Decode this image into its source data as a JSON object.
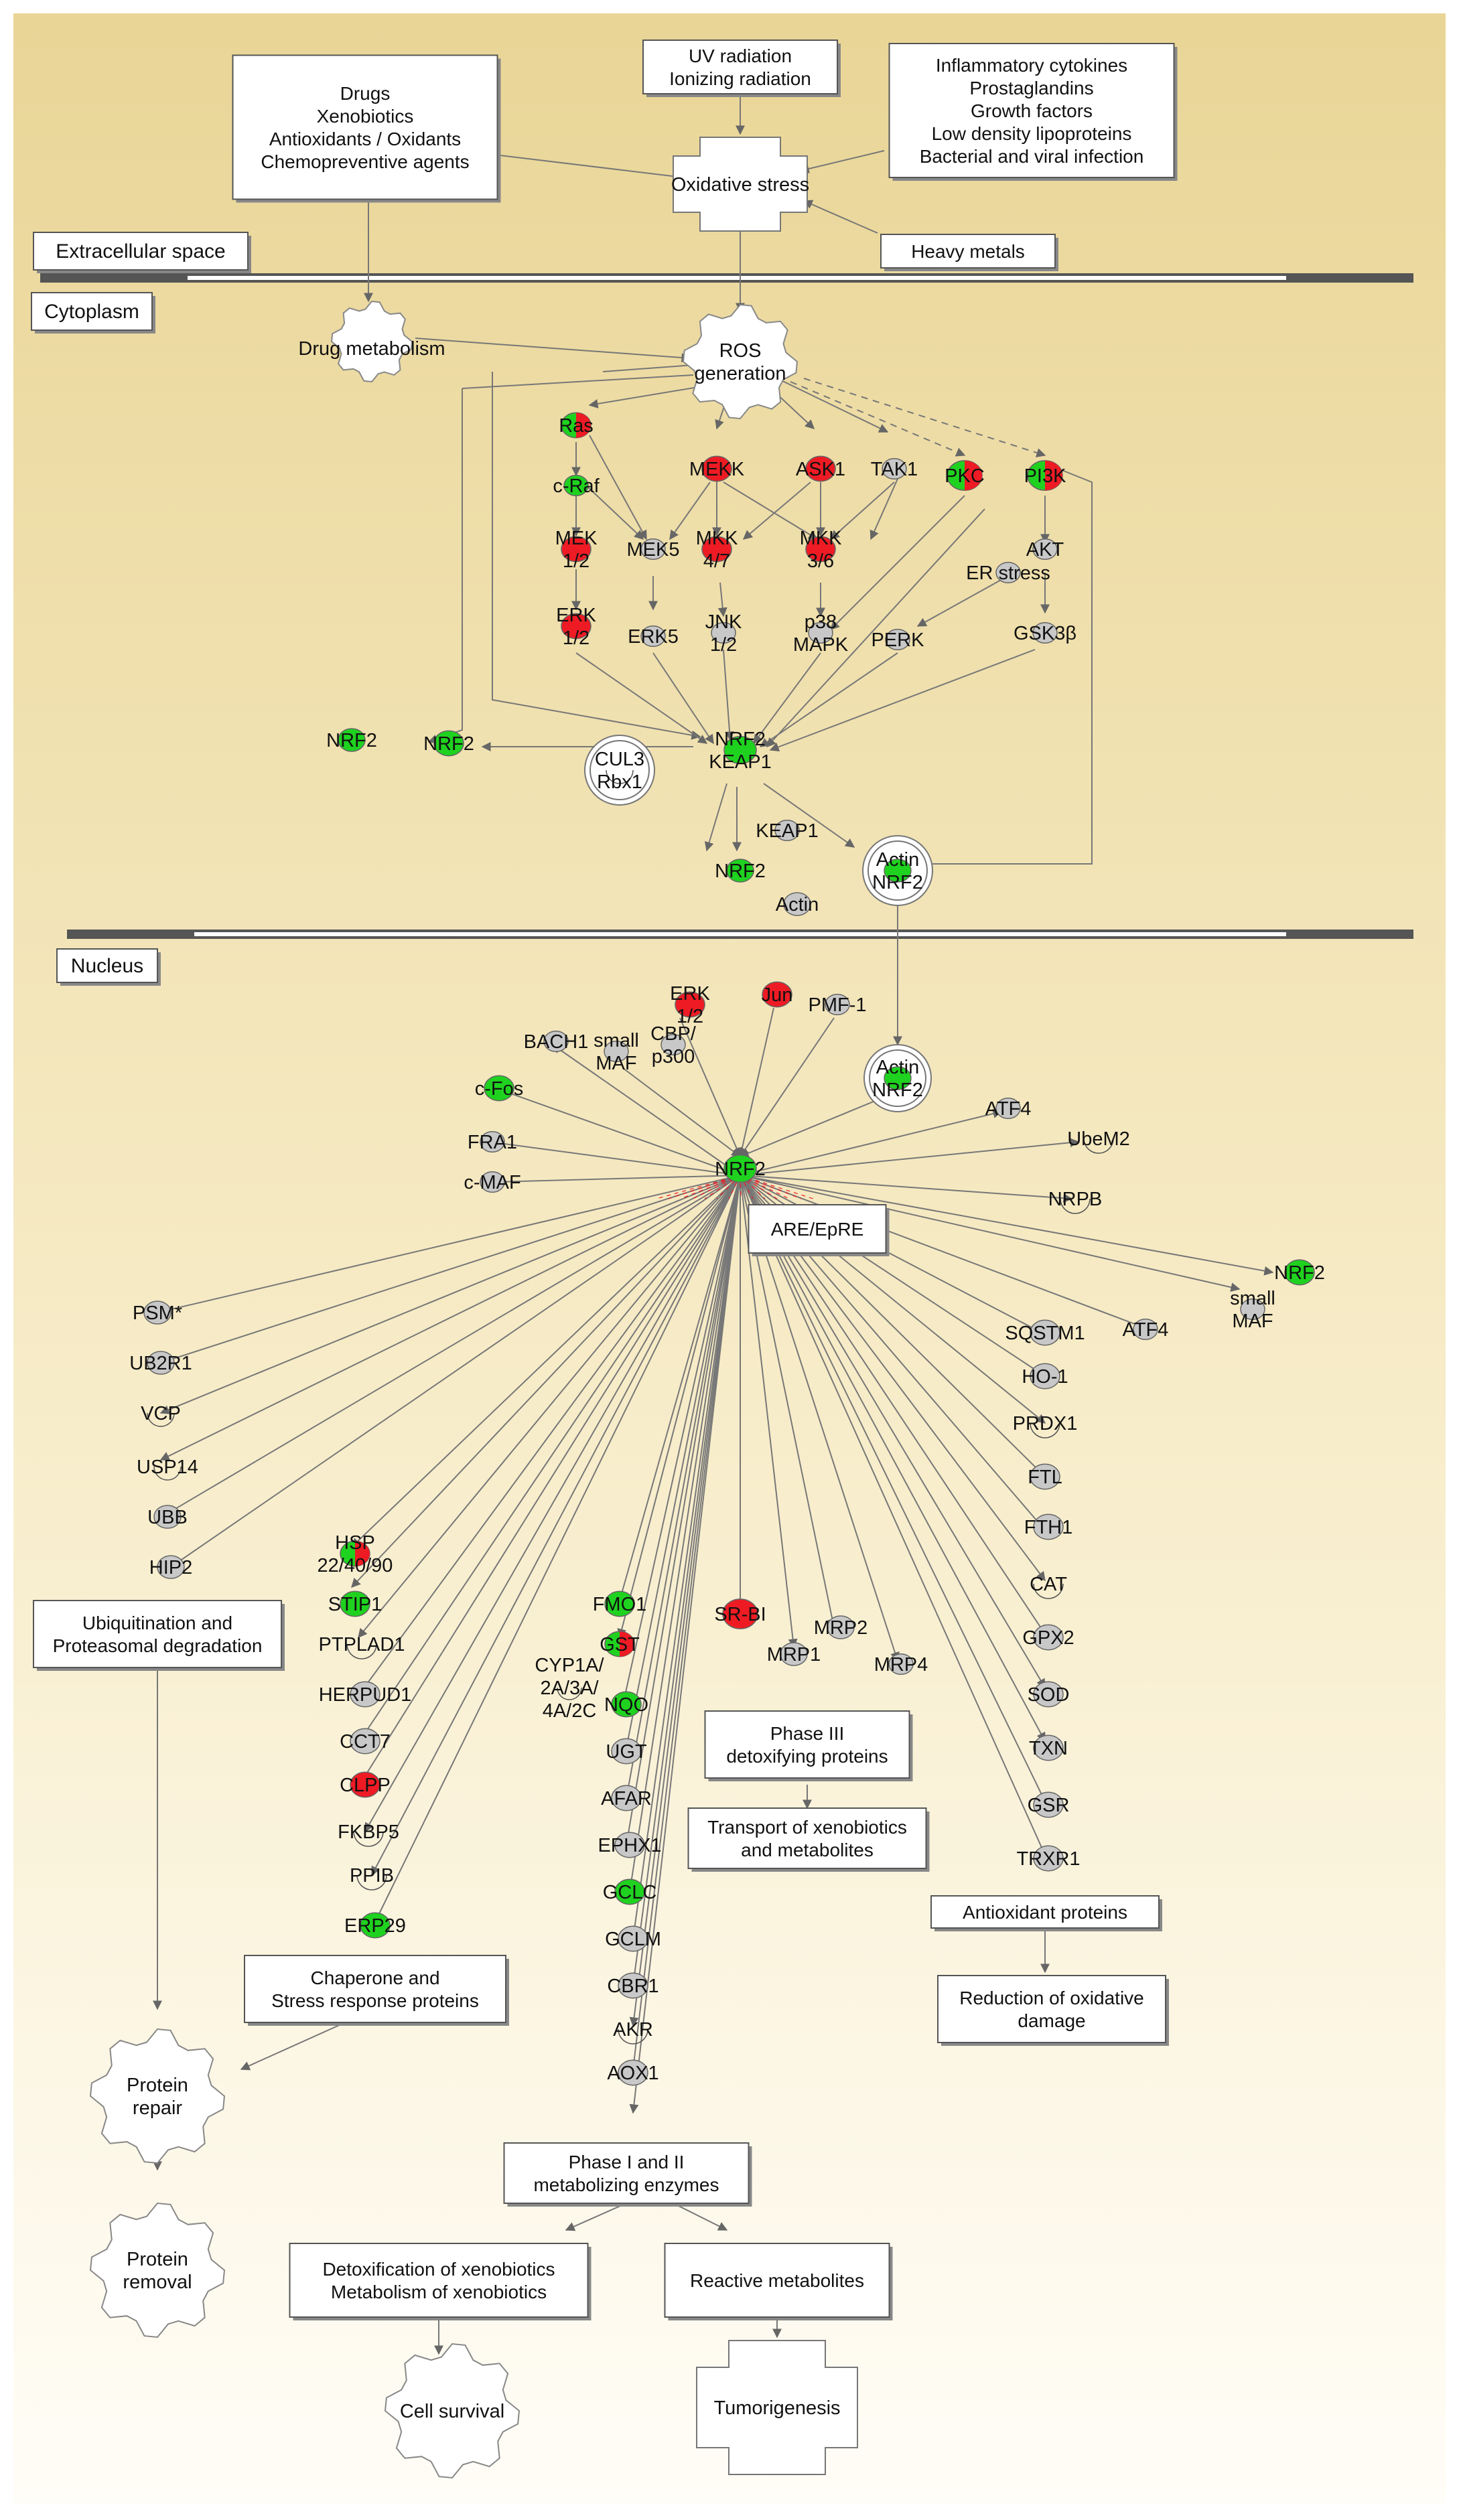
{
  "compartments": {
    "extracellular": "Extracellular space",
    "cytoplasm": "Cytoplasm",
    "nucleus": "Nucleus"
  },
  "boxes": {
    "drugs": [
      "Drugs",
      "Xenobiotics",
      "Antioxidants / Oxidants",
      "Chemopreventive agents"
    ],
    "uv": [
      "UV radiation",
      "Ionizing radiation"
    ],
    "inflammatory": [
      "Inflammatory cytokines",
      "Prostaglandins",
      "Growth factors",
      "Low density lipoproteins",
      "Bacterial and viral infection"
    ],
    "heavy_metals": [
      "Heavy metals"
    ],
    "are": [
      "ARE/EpRE"
    ],
    "ubiquitination": [
      "Ubiquitination and",
      "Proteasomal degradation"
    ],
    "chaperone": [
      "Chaperone and",
      "Stress response proteins"
    ],
    "phase3": [
      "Phase III",
      "detoxifying proteins"
    ],
    "transport": [
      "Transport of xenobiotics",
      "and metabolites"
    ],
    "antioxidant": [
      "Antioxidant proteins"
    ],
    "reduction": [
      "Reduction of oxidative",
      "damage"
    ],
    "phase12": [
      "Phase I and II",
      "metabolizing enzymes"
    ],
    "detox": [
      "Detoxification of xenobiotics",
      "Metabolism of xenobiotics"
    ],
    "reactive": [
      "Reactive metabolites"
    ]
  },
  "processes": {
    "oxidative_stress": [
      "Oxidative stress"
    ],
    "drug_metabolism": [
      "Drug metabolism"
    ],
    "ros": [
      "ROS",
      "generation"
    ],
    "protein_repair": [
      "Protein",
      "repair"
    ],
    "protein_removal": [
      "Protein",
      "removal"
    ],
    "cell_survival": [
      "Cell survival"
    ],
    "tumorigenesis": [
      "Tumorigenesis"
    ]
  },
  "nodes": {
    "ras": [
      "Ras"
    ],
    "craf": [
      "c-Raf"
    ],
    "mek12": [
      "MEK",
      "1/2"
    ],
    "erk12": [
      "ERK",
      "1/2"
    ],
    "mek5": [
      "MEK5"
    ],
    "erk5": [
      "ERK5"
    ],
    "mekk": [
      "MEKK"
    ],
    "mkk47": [
      "MKK",
      "4/7"
    ],
    "jnk": [
      "JNK",
      "1/2"
    ],
    "ask1": [
      "ASK1"
    ],
    "mkk36": [
      "MKK",
      "3/6"
    ],
    "tak1": [
      "TAK1"
    ],
    "p38": [
      "p38",
      "MAPK"
    ],
    "pkc": [
      "PKC"
    ],
    "pi3k": [
      "PI3K"
    ],
    "akt": [
      "AKT"
    ],
    "gsk3b": [
      "GSK3β"
    ],
    "er_stress": [
      "ER stress"
    ],
    "perk": [
      "PERK"
    ],
    "nrf2_a": [
      "NRF2"
    ],
    "nrf2_b": [
      "NRF2"
    ],
    "nrf2_keap1": [
      "NRF2",
      "KEAP1"
    ],
    "cul_rbx": [
      "CUL3",
      "Rbx1"
    ],
    "keap1": [
      "KEAP1"
    ],
    "nrf2_c": [
      "NRF2"
    ],
    "actin_c": [
      "Actin"
    ],
    "actin_nrf2": [
      "Actin",
      "NRF2"
    ],
    "erk12_n": [
      "ERK",
      "1/2"
    ],
    "cbp": [
      "CBP/",
      "p300"
    ],
    "jun": [
      "Jun"
    ],
    "pmf1": [
      "PMF-1"
    ],
    "bach1": [
      "BACH1"
    ],
    "small_maf": [
      "small",
      "MAF"
    ],
    "actin_nrf2_n": [
      "Actin",
      "NRF2"
    ],
    "cfos": [
      "c-Fos"
    ],
    "fra1": [
      "FRA1"
    ],
    "cmaf": [
      "c-MAF"
    ],
    "atf4_a": [
      "ATF4"
    ],
    "ube2m": [
      "UbeM2"
    ],
    "nrpb": [
      "NRPB"
    ],
    "nrf2_center": [
      "NRF2"
    ],
    "nrf2_r": [
      "NRF2"
    ],
    "small_maf_r": [
      "small",
      "MAF"
    ],
    "atf4_b": [
      "ATF4"
    ],
    "psm": [
      "PSM*"
    ],
    "ub2r1": [
      "UB2R1"
    ],
    "vcp": [
      "VCP"
    ],
    "usp14": [
      "USP14"
    ],
    "ubb": [
      "UBB"
    ],
    "hip2": [
      "HIP2"
    ],
    "hsp": [
      "HSP",
      "22/40/90"
    ],
    "stip1": [
      "STIP1"
    ],
    "ptplad1": [
      "PTPLAD1"
    ],
    "herpud1": [
      "HERPUD1"
    ],
    "cct7": [
      "CCT7"
    ],
    "clpp": [
      "CLPP"
    ],
    "fkbp5": [
      "FKBP5"
    ],
    "ppib": [
      "PPIB"
    ],
    "erp29": [
      "ERP29"
    ],
    "fmo1": [
      "FMO1"
    ],
    "gst": [
      "GST"
    ],
    "cyp": [
      "CYP1A/",
      "2A/3A/",
      "4A/2C"
    ],
    "nqo": [
      "NQO"
    ],
    "ugt": [
      "UGT"
    ],
    "afar": [
      "AFAR"
    ],
    "ephx1": [
      "EPHX1"
    ],
    "gclc": [
      "GCLC"
    ],
    "gclm": [
      "GCLM"
    ],
    "cbr1": [
      "CBR1"
    ],
    "akr": [
      "AKR"
    ],
    "aox1": [
      "AOX1"
    ],
    "srbi": [
      "SR-BI"
    ],
    "mrp1": [
      "MRP1"
    ],
    "mrp2": [
      "MRP2"
    ],
    "mrp4": [
      "MRP4"
    ],
    "sqstm1": [
      "SQSTM1"
    ],
    "ho1": [
      "HO-1"
    ],
    "prdx1": [
      "PRDX1"
    ],
    "ftl": [
      "FTL"
    ],
    "fth1": [
      "FTH1"
    ],
    "cat": [
      "CAT"
    ],
    "gpx2": [
      "GPX2"
    ],
    "sod": [
      "SOD"
    ],
    "txn": [
      "TXN"
    ],
    "gsr": [
      "GSR"
    ],
    "trxr1": [
      "TRXR1"
    ]
  },
  "colors": {
    "red": "#ee1b24",
    "green": "#1fd21f",
    "gray": "#c8c8c8",
    "background_top": "#ecd9a0",
    "background_bottom": "#fffdf6"
  }
}
